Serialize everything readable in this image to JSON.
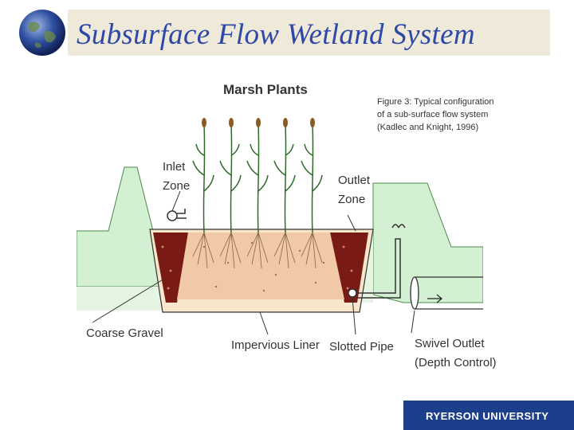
{
  "slide": {
    "title": "Subsurface Flow Wetland System"
  },
  "diagram": {
    "marsh_plants_label": "Marsh Plants",
    "caption_lines": [
      "Figure 3: Typical configuration",
      "of a sub-surface flow system",
      "(Kadlec and Knight, 1996)"
    ],
    "inlet_zone_lines": [
      "Inlet",
      "Zone"
    ],
    "outlet_zone_lines": [
      "Outlet",
      "Zone"
    ],
    "coarse_gravel_label": "Coarse Gravel",
    "impervious_liner_label": "Impervious Liner",
    "slotted_pipe_label": "Slotted Pipe",
    "swivel_outlet_lines": [
      "Swivel Outlet",
      "(Depth Control)"
    ]
  },
  "footer": {
    "logo_text": "RYERSON UNIVERSITY"
  },
  "colors": {
    "title": "#2d48a8",
    "title_band": "#eee9d8",
    "embankment": "#d4f0d2",
    "gravel": "#7a1a14",
    "media": "#f2c9a8",
    "liner_band": "#f7e6cc",
    "logo_bg": "#1c3f8c"
  },
  "icons": {
    "globe": "globe-icon",
    "plant": "plant-icon",
    "arrow": "flow-arrow-icon"
  }
}
